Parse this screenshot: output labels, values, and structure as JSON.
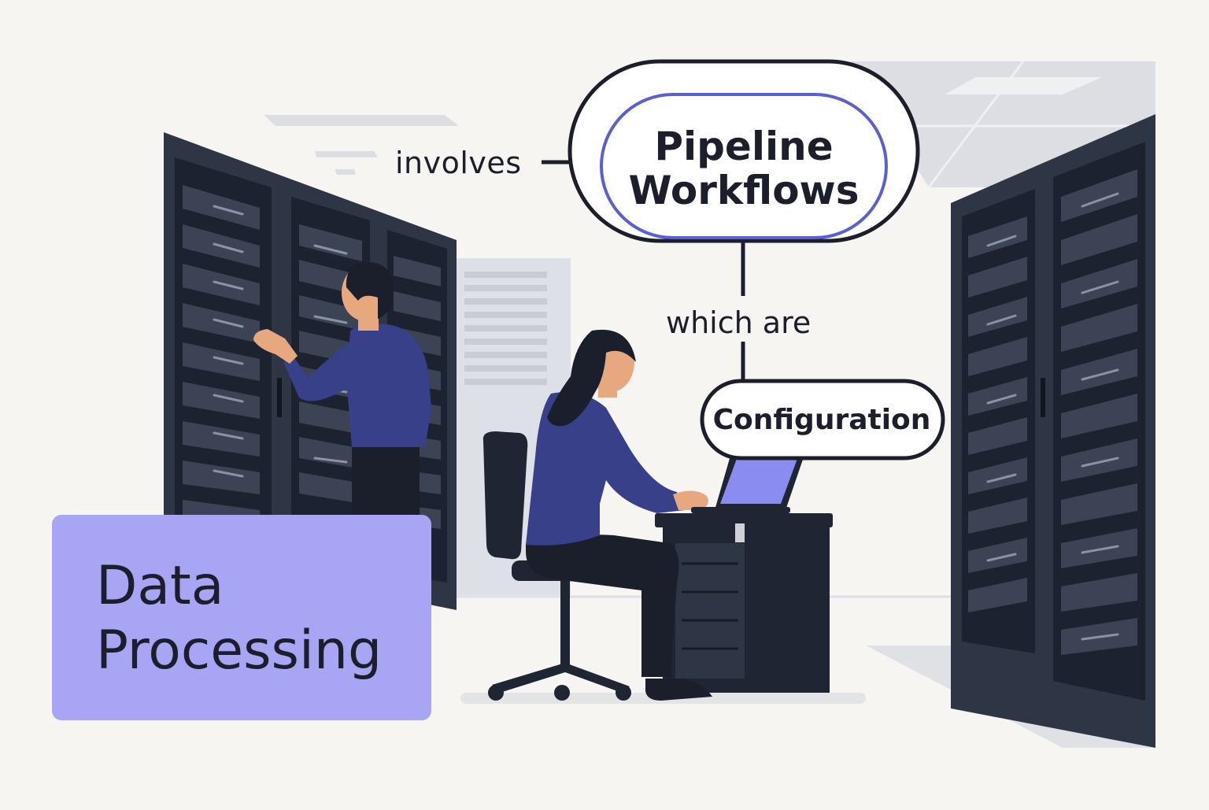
{
  "colors": {
    "background": "#f6f5f1",
    "rack": "#2e3544",
    "rack_panel": "#1c2230",
    "accent_lavender": "#a8a5f4",
    "accent_blue": "#5a5fd6",
    "shirt": "#39408a",
    "ink": "#1c1f2b",
    "skin": "#e7a77f"
  },
  "diagram": {
    "center_node": {
      "label": "Pipeline Workflows"
    },
    "edges": [
      {
        "label": "involves"
      },
      {
        "label": "which are"
      }
    ],
    "child_node": {
      "label": "Configuration"
    },
    "title_card": {
      "label": "Data Processing"
    }
  }
}
